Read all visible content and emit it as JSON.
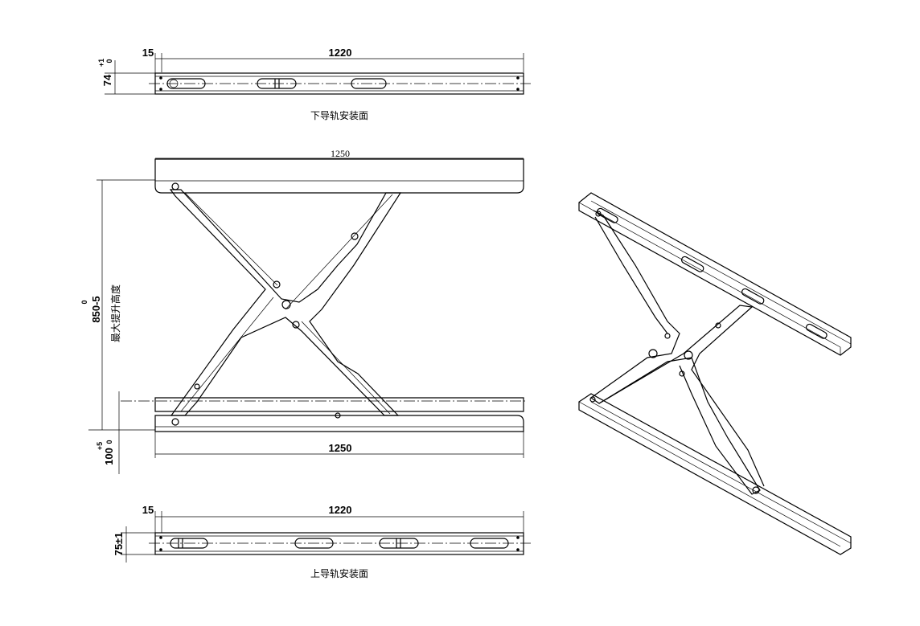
{
  "top_rail_view": {
    "offset_dim": "15",
    "length_dim": "1220",
    "height_dim": "74",
    "height_tolerance_upper": "+1",
    "height_tolerance_lower": "0",
    "caption": "下导轨安装面"
  },
  "side_view": {
    "top_width_dim": "1250",
    "bottom_width_dim": "1250",
    "max_height_dim": "850-5",
    "max_height_tolerance_upper": "0",
    "max_height_label": "最大提升高度",
    "base_height_dim": "100",
    "base_tolerance_upper": "+5",
    "base_tolerance_lower": "0"
  },
  "bottom_rail_view": {
    "offset_dim": "15",
    "length_dim": "1220",
    "height_dim": "75±1",
    "caption": "上导轨安装面"
  }
}
